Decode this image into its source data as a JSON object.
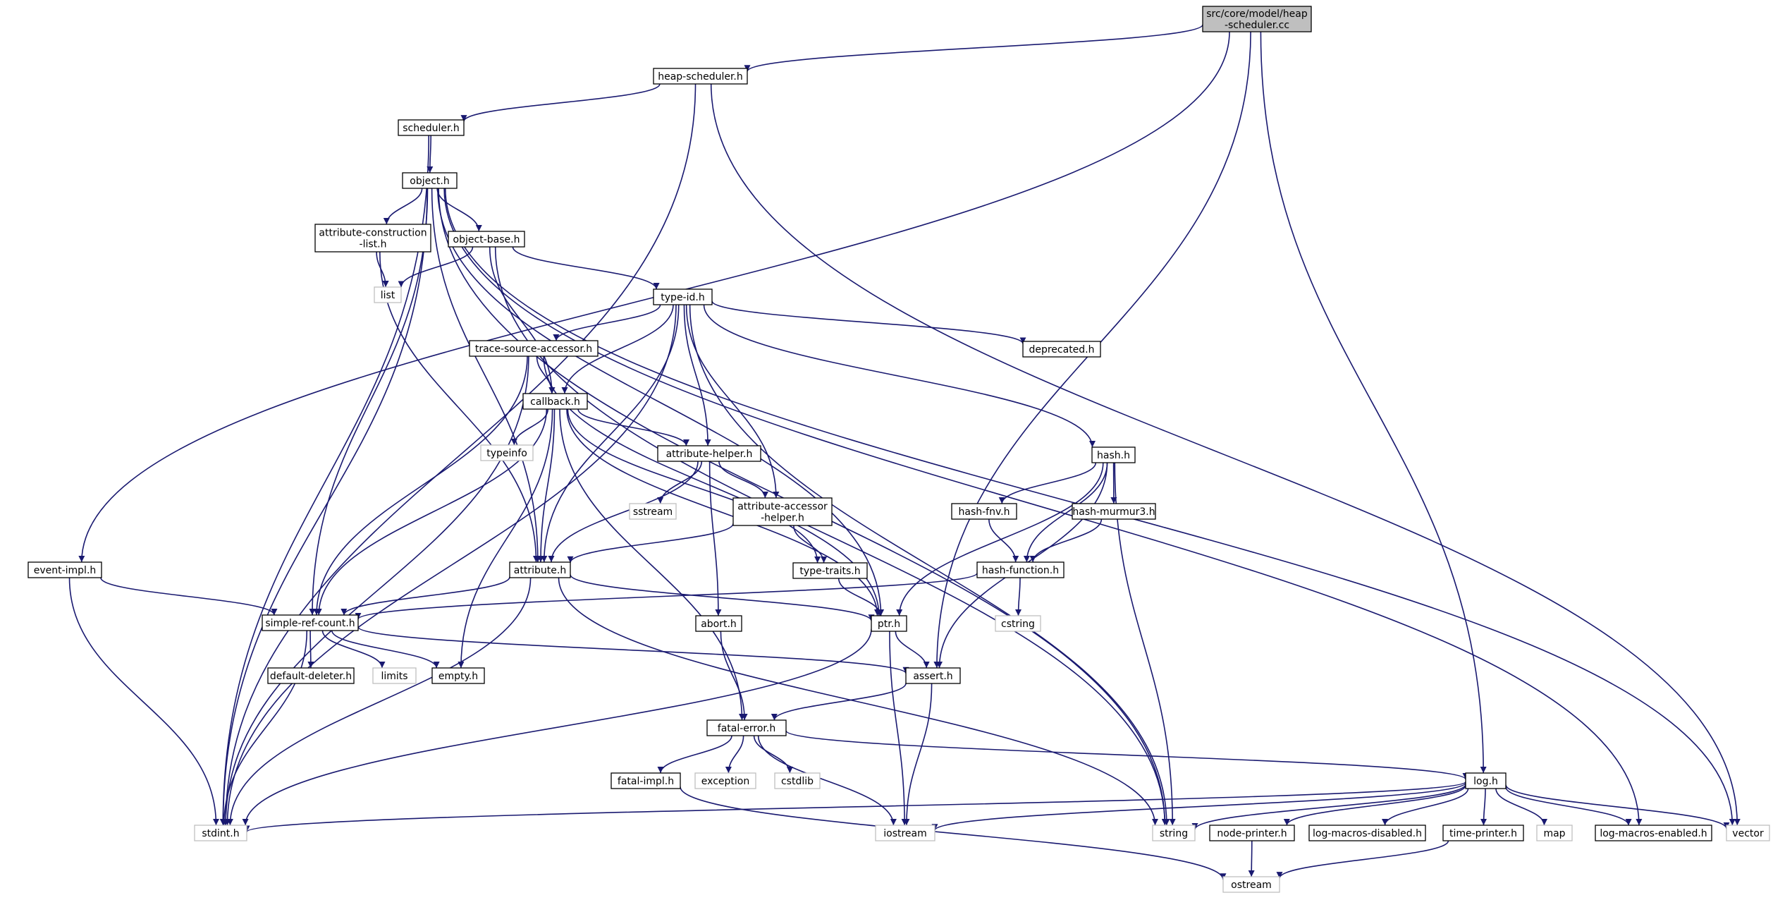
{
  "nodes": [
    {
      "id": "root",
      "label": [
        "src/core/model/heap",
        "-scheduler.cc"
      ],
      "kind": "root"
    },
    {
      "id": "heap_scheduler_h",
      "label": [
        "heap-scheduler.h"
      ],
      "kind": "local"
    },
    {
      "id": "scheduler_h",
      "label": [
        "scheduler.h"
      ],
      "kind": "local"
    },
    {
      "id": "object_h",
      "label": [
        "object.h"
      ],
      "kind": "local"
    },
    {
      "id": "attr_construction",
      "label": [
        "attribute-construction",
        "-list.h"
      ],
      "kind": "local"
    },
    {
      "id": "object_base_h",
      "label": [
        "object-base.h"
      ],
      "kind": "local"
    },
    {
      "id": "list",
      "label": [
        "list"
      ],
      "kind": "system"
    },
    {
      "id": "type_id_h",
      "label": [
        "type-id.h"
      ],
      "kind": "local"
    },
    {
      "id": "trace_source_accessor_h",
      "label": [
        "trace-source-accessor.h"
      ],
      "kind": "local"
    },
    {
      "id": "deprecated_h",
      "label": [
        "deprecated.h"
      ],
      "kind": "local"
    },
    {
      "id": "callback_h",
      "label": [
        "callback.h"
      ],
      "kind": "local"
    },
    {
      "id": "typeinfo",
      "label": [
        "typeinfo"
      ],
      "kind": "system"
    },
    {
      "id": "attribute_helper_h",
      "label": [
        "attribute-helper.h"
      ],
      "kind": "local"
    },
    {
      "id": "sstream",
      "label": [
        "sstream"
      ],
      "kind": "system"
    },
    {
      "id": "attr_accessor_helper",
      "label": [
        "attribute-accessor",
        "-helper.h"
      ],
      "kind": "local"
    },
    {
      "id": "hash_h",
      "label": [
        "hash.h"
      ],
      "kind": "local"
    },
    {
      "id": "hash_fnv_h",
      "label": [
        "hash-fnv.h"
      ],
      "kind": "local"
    },
    {
      "id": "hash_murmur3_h",
      "label": [
        "hash-murmur3.h"
      ],
      "kind": "local"
    },
    {
      "id": "hash_function_h",
      "label": [
        "hash-function.h"
      ],
      "kind": "local"
    },
    {
      "id": "cstring",
      "label": [
        "cstring"
      ],
      "kind": "system"
    },
    {
      "id": "event_impl_h",
      "label": [
        "event-impl.h"
      ],
      "kind": "local"
    },
    {
      "id": "attribute_h",
      "label": [
        "attribute.h"
      ],
      "kind": "local"
    },
    {
      "id": "type_traits_h",
      "label": [
        "type-traits.h"
      ],
      "kind": "local"
    },
    {
      "id": "simple_ref_count_h",
      "label": [
        "simple-ref-count.h"
      ],
      "kind": "local"
    },
    {
      "id": "abort_h",
      "label": [
        "abort.h"
      ],
      "kind": "local"
    },
    {
      "id": "ptr_h",
      "label": [
        "ptr.h"
      ],
      "kind": "local"
    },
    {
      "id": "default_deleter_h",
      "label": [
        "default-deleter.h"
      ],
      "kind": "local"
    },
    {
      "id": "limits",
      "label": [
        "limits"
      ],
      "kind": "system"
    },
    {
      "id": "empty_h",
      "label": [
        "empty.h"
      ],
      "kind": "local"
    },
    {
      "id": "assert_h",
      "label": [
        "assert.h"
      ],
      "kind": "local"
    },
    {
      "id": "fatal_error_h",
      "label": [
        "fatal-error.h"
      ],
      "kind": "local"
    },
    {
      "id": "fatal_impl_h",
      "label": [
        "fatal-impl.h"
      ],
      "kind": "local"
    },
    {
      "id": "exception",
      "label": [
        "exception"
      ],
      "kind": "system"
    },
    {
      "id": "cstdlib",
      "label": [
        "cstdlib"
      ],
      "kind": "system"
    },
    {
      "id": "log_h",
      "label": [
        "log.h"
      ],
      "kind": "local"
    },
    {
      "id": "stdint_h",
      "label": [
        "stdint.h"
      ],
      "kind": "system"
    },
    {
      "id": "iostream",
      "label": [
        "iostream"
      ],
      "kind": "system"
    },
    {
      "id": "string",
      "label": [
        "string"
      ],
      "kind": "system"
    },
    {
      "id": "node_printer_h",
      "label": [
        "node-printer.h"
      ],
      "kind": "local"
    },
    {
      "id": "log_macros_disabled_h",
      "label": [
        "log-macros-disabled.h"
      ],
      "kind": "local"
    },
    {
      "id": "time_printer_h",
      "label": [
        "time-printer.h"
      ],
      "kind": "local"
    },
    {
      "id": "map",
      "label": [
        "map"
      ],
      "kind": "system"
    },
    {
      "id": "log_macros_enabled_h",
      "label": [
        "log-macros-enabled.h"
      ],
      "kind": "local"
    },
    {
      "id": "vector",
      "label": [
        "vector"
      ],
      "kind": "system"
    },
    {
      "id": "ostream",
      "label": [
        "ostream"
      ],
      "kind": "system"
    }
  ],
  "edges": [
    [
      "root",
      "heap_scheduler_h"
    ],
    [
      "root",
      "event_impl_h"
    ],
    [
      "root",
      "assert_h"
    ],
    [
      "root",
      "log_h"
    ],
    [
      "heap_scheduler_h",
      "scheduler_h"
    ],
    [
      "heap_scheduler_h",
      "stdint_h"
    ],
    [
      "heap_scheduler_h",
      "vector"
    ],
    [
      "scheduler_h",
      "object_h"
    ],
    [
      "scheduler_h",
      "stdint_h"
    ],
    [
      "object_h",
      "attr_construction"
    ],
    [
      "object_h",
      "object_base_h"
    ],
    [
      "object_h",
      "ptr_h"
    ],
    [
      "object_h",
      "attribute_h"
    ],
    [
      "object_h",
      "simple_ref_count_h"
    ],
    [
      "object_h",
      "stdint_h"
    ],
    [
      "object_h",
      "string"
    ],
    [
      "object_h",
      "vector"
    ],
    [
      "object_h",
      "log_macros_enabled_h"
    ],
    [
      "attr_construction",
      "list"
    ],
    [
      "attr_construction",
      "attribute_h"
    ],
    [
      "object_base_h",
      "list"
    ],
    [
      "object_base_h",
      "type_id_h"
    ],
    [
      "object_base_h",
      "callback_h"
    ],
    [
      "object_base_h",
      "string"
    ],
    [
      "type_id_h",
      "trace_source_accessor_h"
    ],
    [
      "type_id_h",
      "deprecated_h"
    ],
    [
      "type_id_h",
      "callback_h"
    ],
    [
      "type_id_h",
      "attribute_helper_h"
    ],
    [
      "type_id_h",
      "attr_accessor_helper"
    ],
    [
      "type_id_h",
      "attribute_h"
    ],
    [
      "type_id_h",
      "hash_h"
    ],
    [
      "type_id_h",
      "stdint_h"
    ],
    [
      "type_id_h",
      "string"
    ],
    [
      "trace_source_accessor_h",
      "callback_h"
    ],
    [
      "trace_source_accessor_h",
      "ptr_h"
    ],
    [
      "trace_source_accessor_h",
      "simple_ref_count_h"
    ],
    [
      "trace_source_accessor_h",
      "stdint_h"
    ],
    [
      "callback_h",
      "typeinfo"
    ],
    [
      "callback_h",
      "attribute_helper_h"
    ],
    [
      "callback_h",
      "type_traits_h"
    ],
    [
      "callback_h",
      "attribute_h"
    ],
    [
      "callback_h",
      "ptr_h"
    ],
    [
      "callback_h",
      "simple_ref_count_h"
    ],
    [
      "callback_h",
      "empty_h"
    ],
    [
      "callback_h",
      "fatal_error_h"
    ],
    [
      "attribute_helper_h",
      "sstream"
    ],
    [
      "attribute_helper_h",
      "attr_accessor_helper"
    ],
    [
      "attribute_helper_h",
      "attribute_h"
    ],
    [
      "attribute_helper_h",
      "abort_h"
    ],
    [
      "attr_accessor_helper",
      "attribute_h"
    ],
    [
      "attr_accessor_helper",
      "type_traits_h"
    ],
    [
      "hash_h",
      "hash_fnv_h"
    ],
    [
      "hash_h",
      "hash_murmur3_h"
    ],
    [
      "hash_h",
      "hash_function_h"
    ],
    [
      "hash_h",
      "ptr_h"
    ],
    [
      "hash_h",
      "assert_h"
    ],
    [
      "hash_h",
      "string"
    ],
    [
      "hash_fnv_h",
      "hash_function_h"
    ],
    [
      "hash_murmur3_h",
      "hash_function_h"
    ],
    [
      "hash_function_h",
      "cstring"
    ],
    [
      "hash_function_h",
      "simple_ref_count_h"
    ],
    [
      "event_impl_h",
      "simple_ref_count_h"
    ],
    [
      "event_impl_h",
      "stdint_h"
    ],
    [
      "attribute_h",
      "simple_ref_count_h"
    ],
    [
      "attribute_h",
      "ptr_h"
    ],
    [
      "attribute_h",
      "string"
    ],
    [
      "attribute_h",
      "stdint_h"
    ],
    [
      "type_traits_h",
      "ptr_h"
    ],
    [
      "simple_ref_count_h",
      "default_deleter_h"
    ],
    [
      "simple_ref_count_h",
      "limits"
    ],
    [
      "simple_ref_count_h",
      "empty_h"
    ],
    [
      "simple_ref_count_h",
      "assert_h"
    ],
    [
      "simple_ref_count_h",
      "stdint_h"
    ],
    [
      "abort_h",
      "fatal_error_h"
    ],
    [
      "ptr_h",
      "assert_h"
    ],
    [
      "ptr_h",
      "iostream"
    ],
    [
      "ptr_h",
      "stdint_h"
    ],
    [
      "assert_h",
      "fatal_error_h"
    ],
    [
      "assert_h",
      "iostream"
    ],
    [
      "fatal_error_h",
      "fatal_impl_h"
    ],
    [
      "fatal_error_h",
      "exception"
    ],
    [
      "fatal_error_h",
      "cstdlib"
    ],
    [
      "fatal_error_h",
      "iostream"
    ],
    [
      "fatal_error_h",
      "log_h"
    ],
    [
      "fatal_impl_h",
      "ostream"
    ],
    [
      "log_h",
      "stdint_h"
    ],
    [
      "log_h",
      "iostream"
    ],
    [
      "log_h",
      "string"
    ],
    [
      "log_h",
      "node_printer_h"
    ],
    [
      "log_h",
      "log_macros_disabled_h"
    ],
    [
      "log_h",
      "time_printer_h"
    ],
    [
      "log_h",
      "map"
    ],
    [
      "log_h",
      "log_macros_enabled_h"
    ],
    [
      "log_h",
      "vector"
    ],
    [
      "node_printer_h",
      "ostream"
    ],
    [
      "time_printer_h",
      "ostream"
    ]
  ]
}
